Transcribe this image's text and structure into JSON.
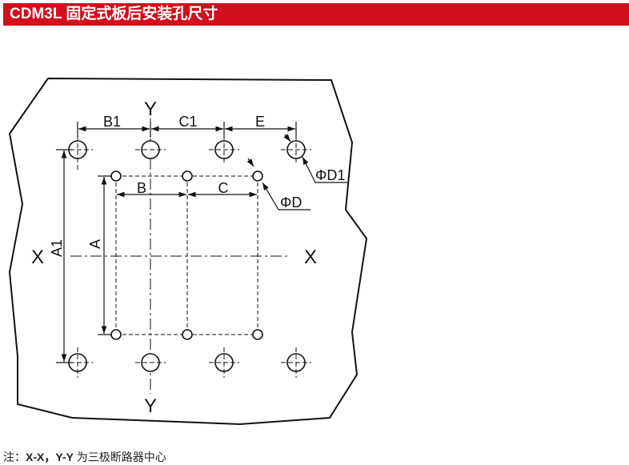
{
  "header": {
    "title": "CDM3L 固定式板后安装孔尺寸"
  },
  "diagram": {
    "labels": {
      "B1": "B1",
      "C1": "C1",
      "E": "E",
      "B": "B",
      "C": "C",
      "A1": "A1",
      "A": "A",
      "Y_top": "Y",
      "Y_bottom": "Y",
      "X_left": "X",
      "X_right": "X",
      "D1": "ΦD1",
      "D": "ΦD"
    }
  },
  "note": {
    "prefix": "注：",
    "axes": "X-X，Y-Y",
    "suffix": " 为三极断路器中心"
  }
}
